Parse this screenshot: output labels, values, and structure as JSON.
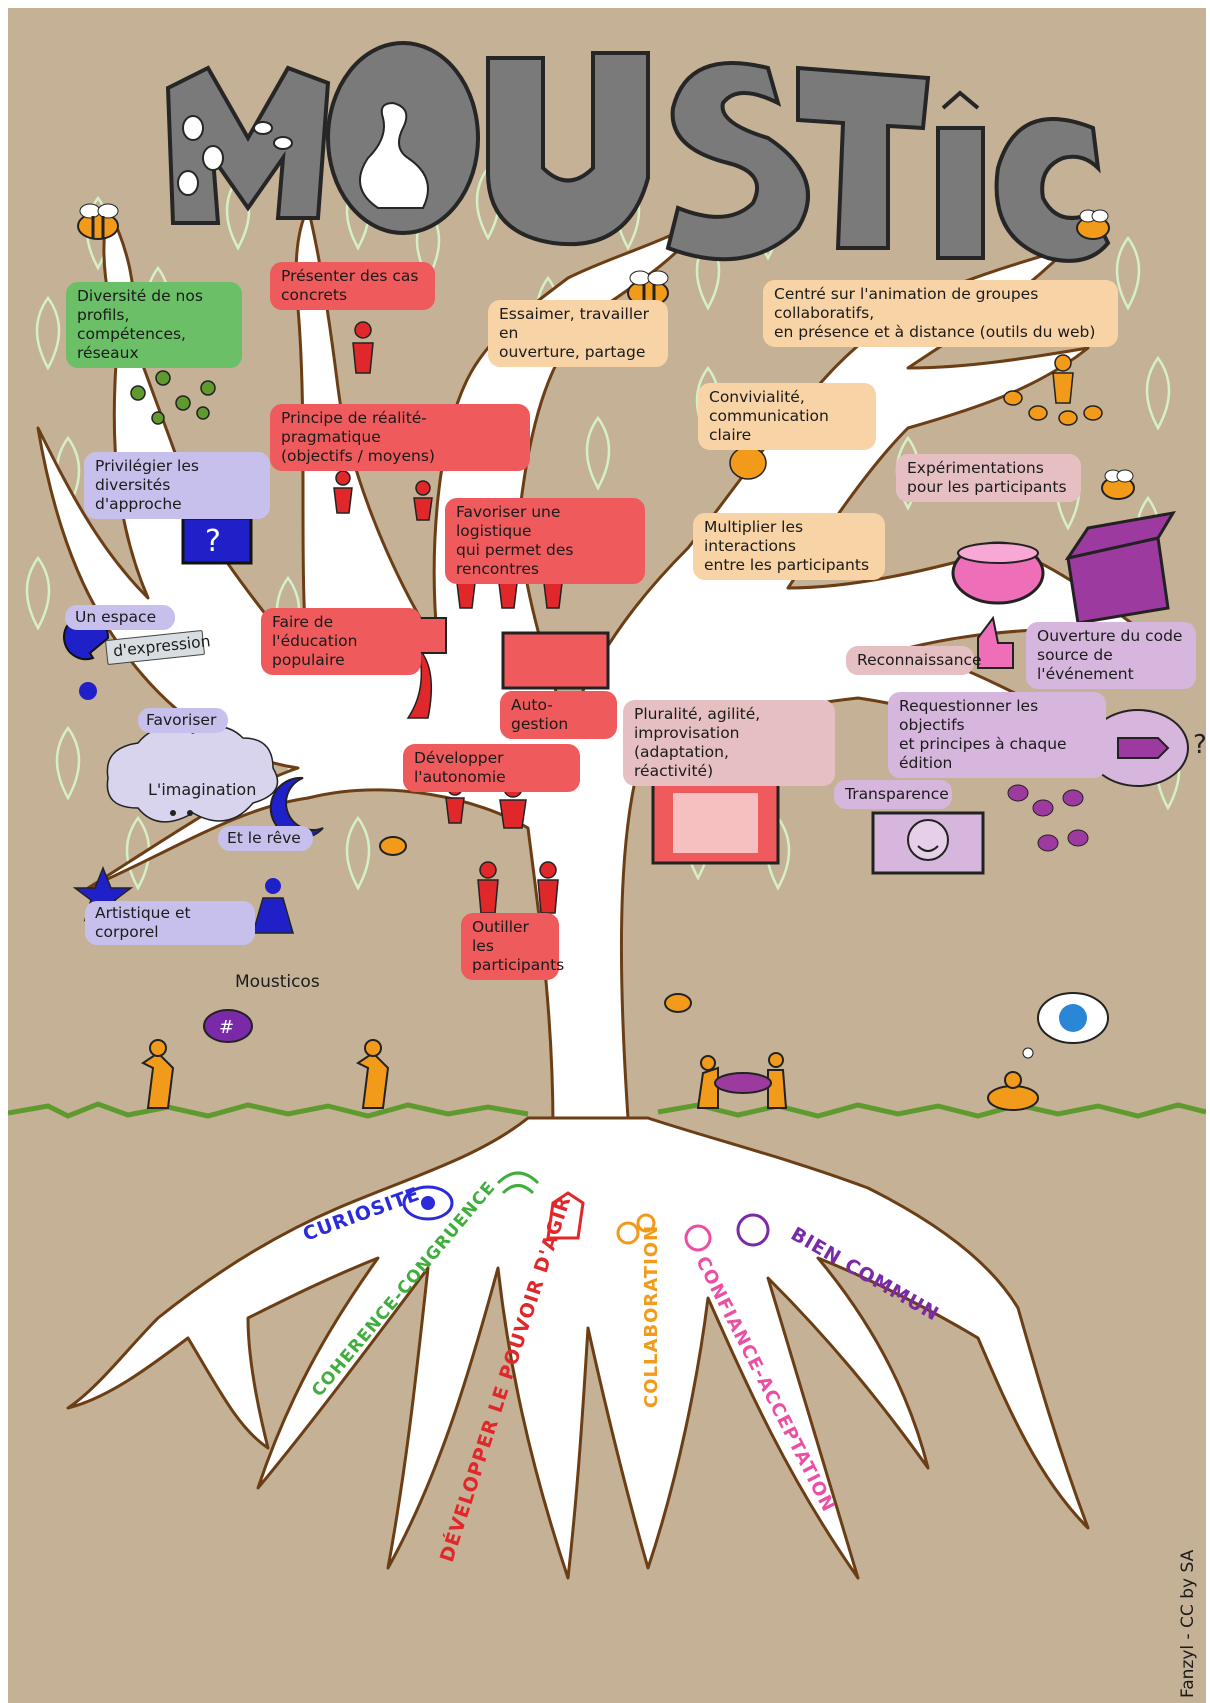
{
  "title": {
    "letters": [
      "M",
      "O",
      "U",
      "S",
      "T",
      "Î",
      "C"
    ]
  },
  "colors": {
    "background": "#c5b195",
    "trunk": "#ffffff",
    "outline": "#6b3e15",
    "label_red": "#ef5a5c",
    "label_green": "#6bbf67",
    "label_lavender": "#c8c0ec",
    "label_peach": "#f8d3a6",
    "label_pink": "#e6bfc2",
    "label_lilac": "#d6b6dc",
    "grass": "#5f9a2f"
  },
  "labels": {
    "diversite": "Diversité de nos profils,\ncompétences, réseaux",
    "cas_concrets": "Présenter des cas\nconcrets",
    "essaimer": "Essaimer, travailler en\nouverture, partage",
    "centre_animation": "Centré sur l'animation de groupes collaboratifs,\nen présence et à distance (outils du web)",
    "realite": "Principe de réalité- pragmatique\n(objectifs / moyens)",
    "convivialite": "Convivialité,\ncommunication claire",
    "privilegier": "Privilégier les diversités\nd'approche",
    "experimentations": "Expérimentations\npour les participants",
    "logistique": "Favoriser une logistique\nqui permet des rencontres",
    "interactions": "Multiplier les interactions\nentre les participants",
    "espace": "Un espace",
    "expression": "d'expression",
    "education": "Faire de l'éducation\npopulaire",
    "reconnaissance": "Reconnaissance",
    "ouverture_code": "Ouverture du code\nsource de l'événement",
    "auto_gestion": "Auto-gestion",
    "requestionner": "Requestionner les objectifs\net principes à chaque édition",
    "favoriser": "Favoriser",
    "imagination": "L'imagination",
    "pluralite": "Pluralité, agilité,\nimprovisation (adaptation,\nréactivité)",
    "autonomie": "Développer l'autonomie",
    "transparence": "Transparence",
    "reve": "Et le rêve",
    "artistique": "Artistique et corporel",
    "outiller": "Outiller les\nparticipants",
    "mousticos": "Mousticos",
    "credit": "Fanzyl - CC by SA"
  },
  "roots": [
    {
      "text": "CURIOSITE",
      "color": "#2b2bd9"
    },
    {
      "text": "COHERENCE-CONGRUENCE",
      "color": "#3fae3c"
    },
    {
      "text": "DÉVELOPPER LE POUVOIR D'AGIR",
      "color": "#e0282b"
    },
    {
      "text": "COLLABORATION",
      "color": "#f29a1a"
    },
    {
      "text": "CONFIANCE-ACCEPTATION",
      "color": "#ea4fa3"
    },
    {
      "text": "BIEN COMMUN",
      "color": "#7a2aa8"
    }
  ],
  "icons": [
    "bee-icon",
    "swan-icon",
    "question-box-icon",
    "chest-icon",
    "cauldron-icon",
    "thumbs-up-icon",
    "signpost-icon",
    "smiley-screen-icon",
    "stage-icon",
    "earth-bubble-icon",
    "basket-icon",
    "hashtag-bubble-icon",
    "moon-icon",
    "star-icon",
    "fist-icon",
    "eye-lens-icon",
    "handshake-icon",
    "globe-hands-icon"
  ]
}
